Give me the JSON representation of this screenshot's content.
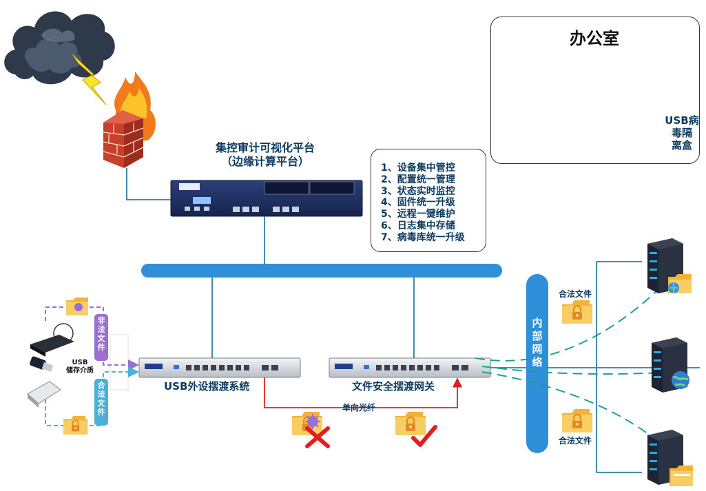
{
  "platform": {
    "title_line1": "集控审计可视化平台",
    "title_line2": "（边缘计算平台）"
  },
  "features": [
    "1、设备集中管控",
    "2、配置统一管理",
    "3、状态实时监控",
    "4、固件统一升级",
    "5、远程一键维护",
    "6、日志集中存储",
    "7、病毒库统一升级"
  ],
  "office": {
    "title": "办公室",
    "network_label": "内部网络",
    "usb_box_label": [
      "USB病",
      "毒隔",
      "离盒"
    ]
  },
  "right_network": {
    "label": [
      "内",
      "部",
      "网",
      "络"
    ]
  },
  "devices": {
    "usb_system": "USB外设摆渡系统",
    "file_gateway": "文件安全摆渡网关"
  },
  "fiber_label": "单向光纤",
  "legal_file_label": "合法文件",
  "left_tags": {
    "illegal": [
      "非",
      "法",
      "文",
      "件"
    ],
    "legal": [
      "合",
      "法",
      "文",
      "件"
    ]
  },
  "usb_media": [
    "USB",
    "储存介质"
  ],
  "colors": {
    "text": "#0b3a5e",
    "bus_blue": "#2f8fd8",
    "line": "#2a7fa0",
    "fiber_red": "#e02020",
    "dash_teal": "#1aa38c",
    "folder": "#f6c351",
    "illegal_purple": "#9b6fd0",
    "legal_cyan": "#4ab0d8"
  }
}
